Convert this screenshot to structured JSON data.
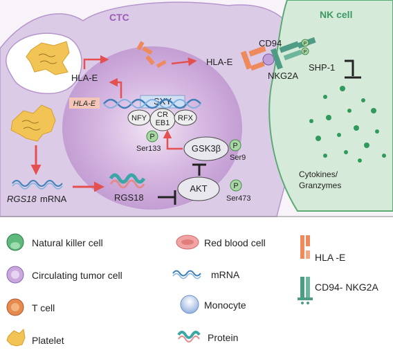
{
  "cells": {
    "ctc_label": "CTC",
    "nk_label": "NK cell"
  },
  "labels": {
    "cd94": "CD94",
    "nkg2a": "NKG2A",
    "shp1": "SHP-1",
    "hlae_surface": "HLA-E",
    "hlae_protein": "HLA-E",
    "hlae_gene": "HLA-E",
    "sxy": "SXY",
    "nfy": "NFY",
    "creb1_line1": "CR",
    "creb1_line2": "EB1",
    "rfx": "RFX",
    "ser133": "Ser133",
    "gsk3b": "GSK3β",
    "ser9": "Ser9",
    "akt": "AKT",
    "ser473": "Ser473",
    "rgs18_protein": "RGS18",
    "rgs18_gene": "RGS18",
    "mrna_suffix": "mRNA",
    "cytokines_line1": "Cytokines/",
    "cytokines_line2": "Granzymes",
    "phospho": "P"
  },
  "legend": {
    "nk_cell": "Natural killer cell",
    "ctc": "Circulating tumor cell",
    "t_cell": "T cell",
    "platelet": "Platelet",
    "rbc": "Red blood cell",
    "mrna": "mRNA",
    "monocyte": "Monocyte",
    "protein": "Protein",
    "hlae": "HLA -E",
    "cd94_nkg2a": "CD94- NKG2A"
  },
  "colors": {
    "ctc_fill": "#d9c5e6",
    "nucleus": "#c7a5d6",
    "nk_fill": "#d3ead7",
    "arrow": "#e4504f",
    "hlae_orange": "#ee8a5c",
    "cd94_green": "#4f9c86",
    "phospho_green": "#a8d8a4",
    "platelet": "#f2c355",
    "dna_blue": "#3e7fb8",
    "granule": "#2f9a5c"
  }
}
